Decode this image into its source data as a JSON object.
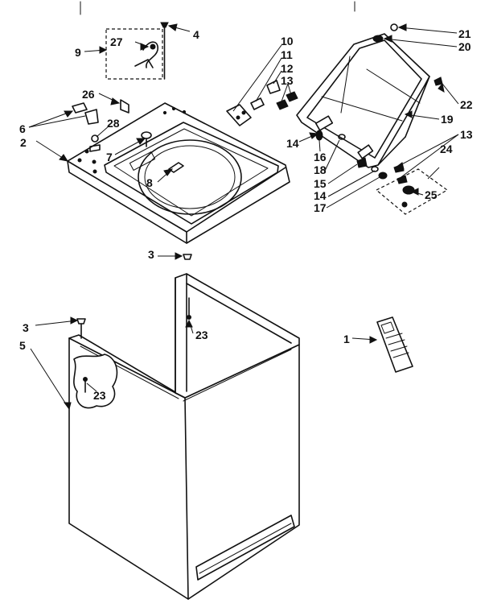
{
  "callouts": {
    "c1": "1",
    "c2": "2",
    "c3a": "3",
    "c3b": "3",
    "c4": "4",
    "c5": "5",
    "c6": "6",
    "c7": "7",
    "c8": "8",
    "c9": "9",
    "c10": "10",
    "c11": "11",
    "c12": "12",
    "c13a": "13",
    "c13b": "13",
    "c14a": "14",
    "c14b": "14",
    "c15": "15",
    "c16": "16",
    "c17": "17",
    "c18": "18",
    "c19": "19",
    "c20": "20",
    "c21": "21",
    "c22": "22",
    "c23a": "23",
    "c23b": "23",
    "c24": "24",
    "c25": "25",
    "c26": "26",
    "c27": "27",
    "c28": "28"
  }
}
